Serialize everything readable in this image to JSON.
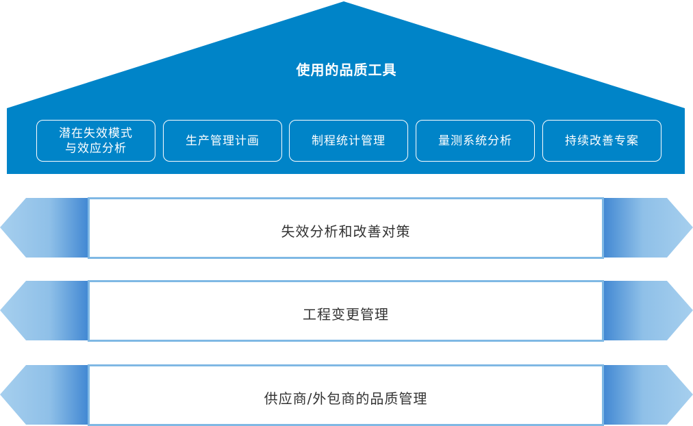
{
  "roof": {
    "title": "使用的品质工具",
    "color": "#0084c8",
    "tools": [
      {
        "label": "潜在失效模式与效应分析"
      },
      {
        "label": "生产管理计画"
      },
      {
        "label": "制程统计管理"
      },
      {
        "label": "量测系统分析"
      },
      {
        "label": "持续改善专案"
      }
    ]
  },
  "bands": [
    {
      "label": "失效分析和改善对策"
    },
    {
      "label": "工程变更管理"
    },
    {
      "label": "供应商/外包商的品质管理"
    }
  ],
  "colors": {
    "band_light": "#9cc8ea",
    "band_dark": "#4a8fd6",
    "band_border": "#7fb8e4",
    "text_dark": "#333333"
  }
}
